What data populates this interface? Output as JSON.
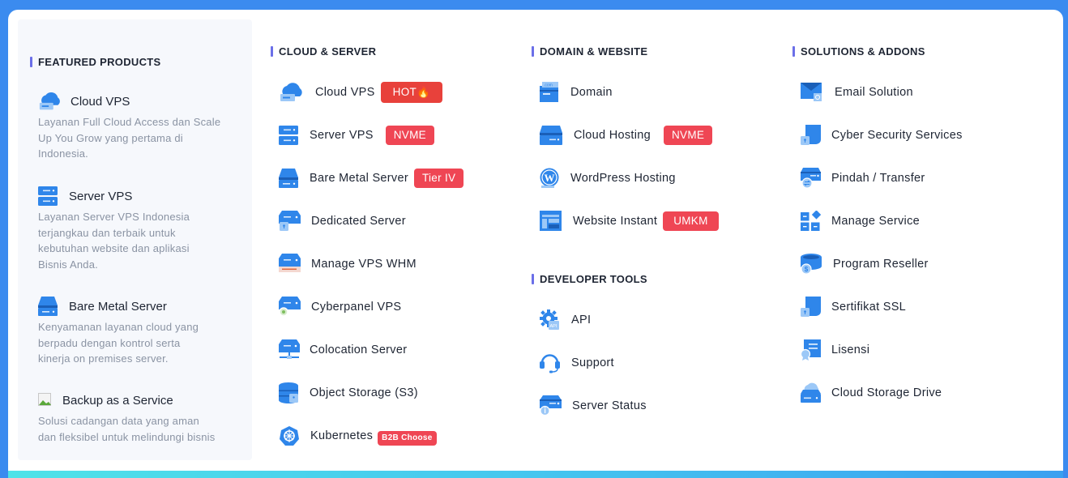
{
  "colors": {
    "frame": "#3b8bef",
    "accent_bar": "#6b6fe8",
    "badge_red": "#ef4654",
    "badge_hot": "#e8413b",
    "icon_blue": "#2f86ea",
    "icon_light": "#9cc8f7",
    "featured_bg": "#f6f8fc"
  },
  "featured": {
    "title": "FEATURED PRODUCTS",
    "items": [
      {
        "icon": "cloud-server-icon",
        "title": "Cloud VPS",
        "desc": [
          "Layanan Full Cloud Access dan Scale",
          "Up You Grow yang pertama di",
          "Indonesia."
        ]
      },
      {
        "icon": "server-stack-icon",
        "title": "Server VPS",
        "desc": [
          "Layanan Server VPS Indonesia",
          "terjangkau dan terbaik untuk",
          "kebutuhan website dan aplikasi",
          "Bisnis Anda."
        ]
      },
      {
        "icon": "bare-metal-icon",
        "title": "Bare Metal Server",
        "desc": [
          "Kenyamanan layanan cloud yang",
          "berpadu dengan kontrol serta",
          "kinerja on premises server."
        ]
      },
      {
        "icon": "broken-image-icon",
        "title": "Backup as a Service",
        "desc": [
          "Solusi cadangan data yang aman",
          "dan fleksibel untuk melindungi bisnis"
        ]
      }
    ]
  },
  "cloud_server": {
    "title": "CLOUD & SERVER",
    "items": [
      {
        "icon": "cloud-server-icon",
        "label": "Cloud VPS",
        "badge": "HOT🔥"
      },
      {
        "icon": "server-stack-icon",
        "label": "Server VPS",
        "badge": "NVME"
      },
      {
        "icon": "bare-metal-icon",
        "label": "Bare Metal Server",
        "badge": "Tier IV"
      },
      {
        "icon": "dedicated-server-lock-icon",
        "label": "Dedicated Server"
      },
      {
        "icon": "cpanel-server-icon",
        "label": "Manage VPS WHM"
      },
      {
        "icon": "cyberpanel-server-icon",
        "label": "Cyberpanel VPS"
      },
      {
        "icon": "colocation-server-icon",
        "label": "Colocation Server"
      },
      {
        "icon": "object-storage-icon",
        "label": "Object Storage (S3)"
      },
      {
        "icon": "kubernetes-icon",
        "label": "Kubernetes",
        "badge": "B2B Choose"
      }
    ]
  },
  "domain_website": {
    "title": "DOMAIN & WEBSITE",
    "items": [
      {
        "icon": "domain-com-icon",
        "label": "Domain"
      },
      {
        "icon": "cloud-hosting-icon",
        "label": "Cloud Hosting",
        "badge": "NVME"
      },
      {
        "icon": "wordpress-icon",
        "label": "WordPress Hosting"
      },
      {
        "icon": "website-layout-icon",
        "label": "Website Instant",
        "badge": "UMKM"
      }
    ]
  },
  "developer_tools": {
    "title": "DEVELOPER TOOLS",
    "items": [
      {
        "icon": "api-gear-icon",
        "label": "API"
      },
      {
        "icon": "headset-icon",
        "label": "Support"
      },
      {
        "icon": "server-status-icon",
        "label": "Server Status"
      }
    ]
  },
  "solutions_addons": {
    "title": "SOLUTIONS & ADDONS",
    "items": [
      {
        "icon": "email-icon",
        "label": "Email Solution"
      },
      {
        "icon": "cyber-security-icon",
        "label": "Cyber Security Services"
      },
      {
        "icon": "transfer-icon",
        "label": "Pindah / Transfer"
      },
      {
        "icon": "manage-service-icon",
        "label": "Manage Service"
      },
      {
        "icon": "reseller-icon",
        "label": "Program Reseller"
      },
      {
        "icon": "ssl-certificate-icon",
        "label": "Sertifikat SSL"
      },
      {
        "icon": "license-icon",
        "label": "Lisensi"
      },
      {
        "icon": "cloud-storage-drive-icon",
        "label": "Cloud Storage Drive"
      }
    ]
  }
}
